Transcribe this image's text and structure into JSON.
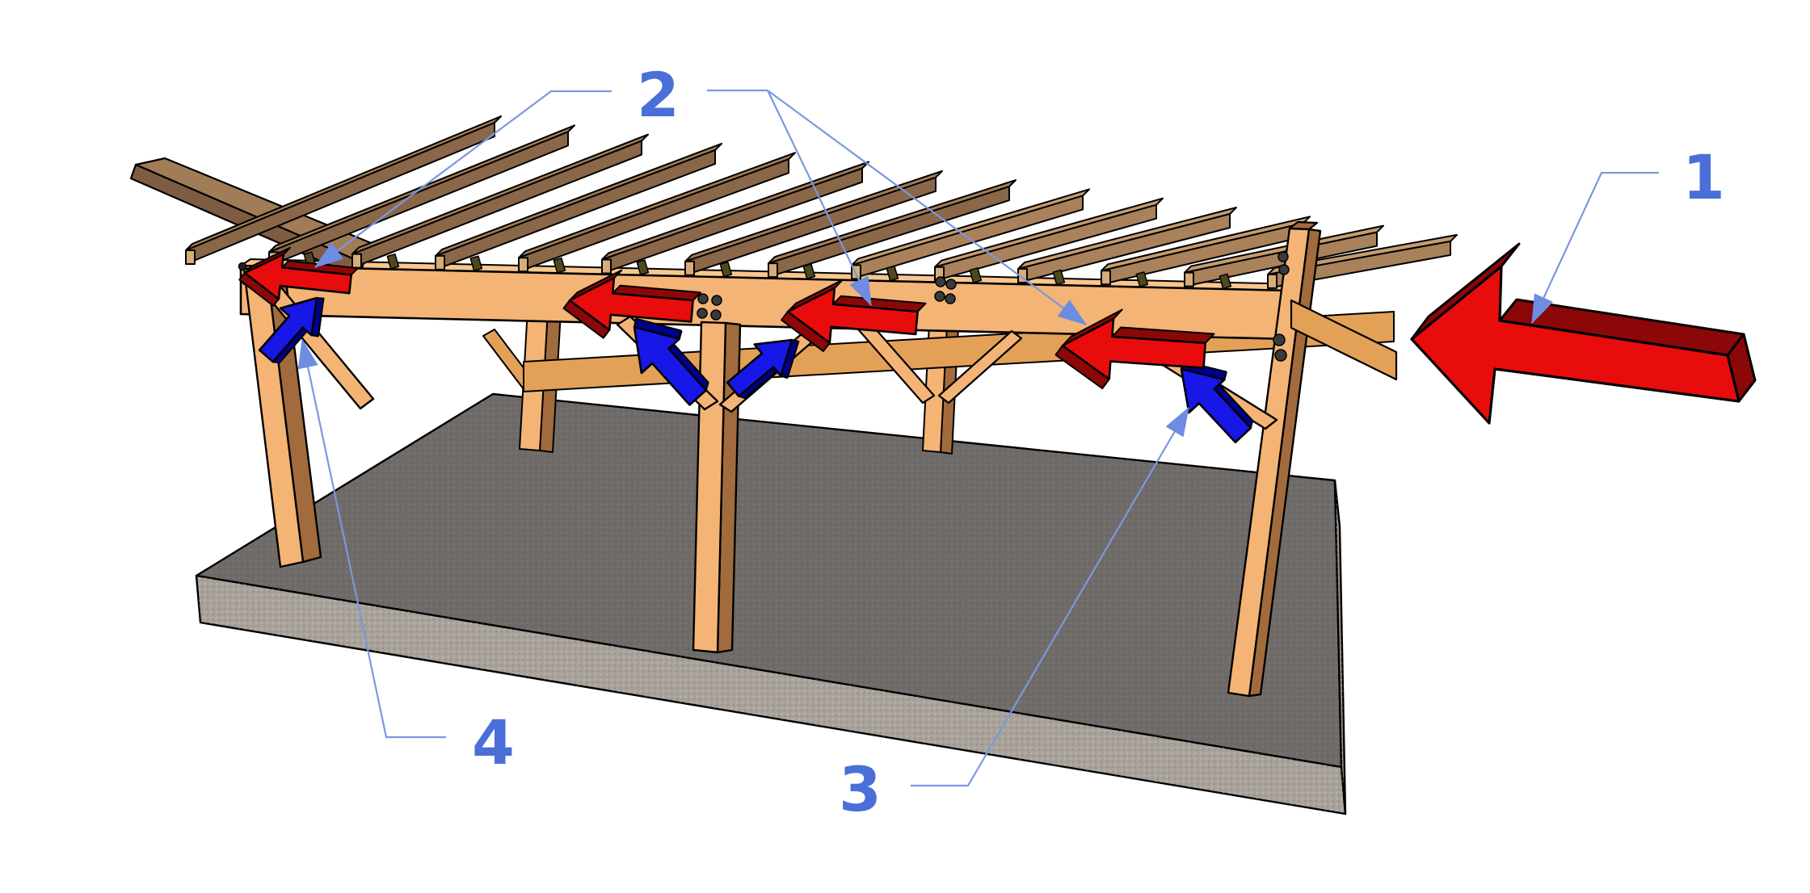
{
  "figure": {
    "kind": "3d-structural-force-diagram",
    "subject": "timber flat-roof carport on concrete slab with lateral force arrows",
    "background": "#ffffff"
  },
  "labels": {
    "callout_1": "1",
    "callout_2": "2",
    "callout_3": "3",
    "callout_4": "4"
  },
  "icons": {
    "red_arrows": "horizontal-force-arrow",
    "blue_arrows": "brace-force-arrow",
    "leader_heads": "leader-arrowhead"
  },
  "colors": {
    "callout_text": "#4a6fd8",
    "leader_line": "#7b97e0",
    "leader_arrowhead": "#6d8ce2",
    "force_red": "#e90c0c",
    "force_red_dark": "#8c0707",
    "force_blue": "#1717e8",
    "force_blue_dark": "#000089",
    "wood_face": "#f3b475",
    "wood_top": "#f7c78e",
    "wood_side": "#a16b3d",
    "wood_shaded": "#e3a158",
    "rafter_dark_face": "#8a6749",
    "rafter_dark_top": "#a07c57",
    "rafter_light_face": "#a9815b",
    "rafter_light_top": "#c59c6e",
    "rafter_end": "#d7ac79",
    "fascia": "#7e5c41",
    "bracket": "#4e481d",
    "slab_top": "#6f6b68",
    "slab_front": "#a8a29b",
    "slab_right": "#9b9590",
    "outline": "#000000"
  },
  "counts": {
    "rafters": 14,
    "red_arrows_on_beam": 4,
    "blue_arrows_on_braces": 4,
    "posts_front": 3
  }
}
